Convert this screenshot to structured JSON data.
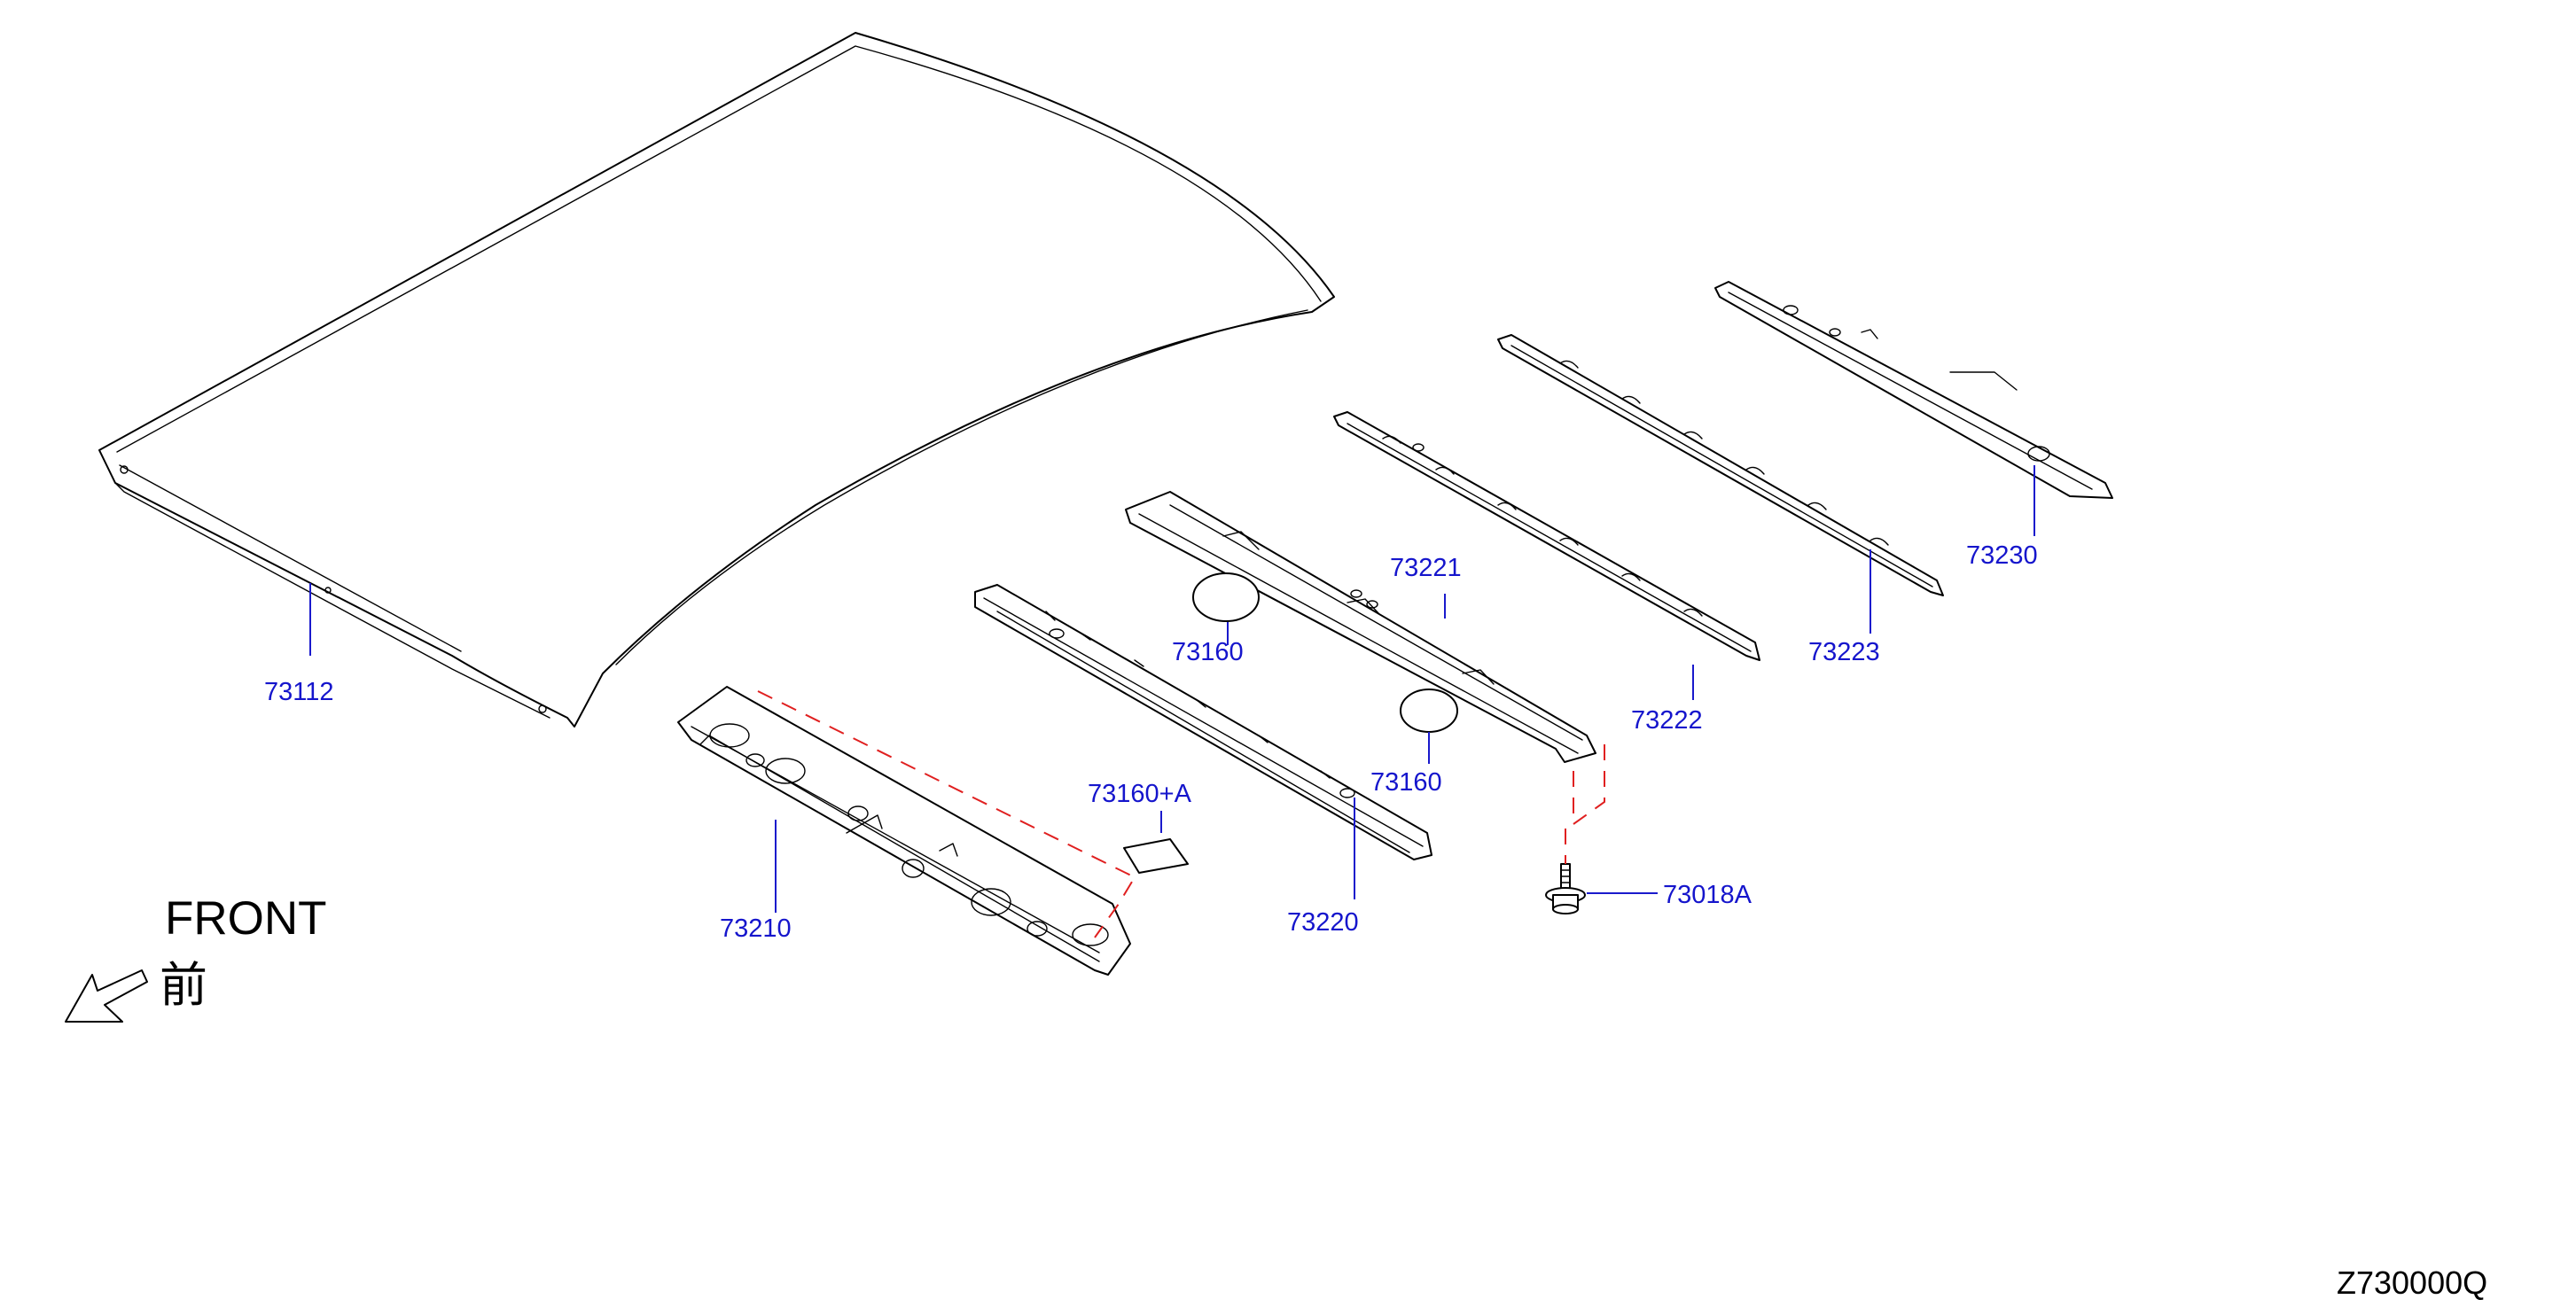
{
  "parts": {
    "roof_panel": "73112",
    "bow_front": "73210",
    "bow_center": "73220",
    "bow_center_upper": "73221",
    "bow_rear_inner": "73222",
    "bow_rear_mid": "73223",
    "bow_rear": "73230",
    "sealer_upper": "73160",
    "sealer_lower": "73160",
    "sealer_a": "73160+A",
    "bolt": "73018A"
  },
  "orientation": {
    "label": "FRONT",
    "label_jp": "前"
  },
  "diagram_code": "Z730000Q",
  "colors": {
    "label": "#1515cc",
    "dashed_line": "#e02020",
    "outline": "#000000"
  }
}
